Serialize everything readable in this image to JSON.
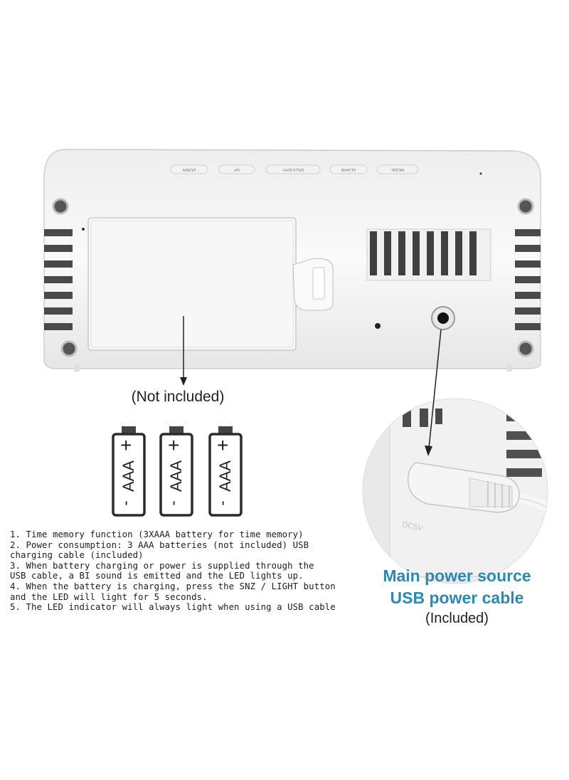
{
  "device": {
    "buttons": [
      "DOWN",
      "UP",
      "SNZ/LIGHT",
      "ALARM",
      "MODE"
    ]
  },
  "battery_caption": "(Not included)",
  "battery_icons": [
    {
      "label": "AAA",
      "plus": "+",
      "minus": "-"
    },
    {
      "label": "AAA",
      "plus": "+",
      "minus": "-"
    },
    {
      "label": "AAA",
      "plus": "+",
      "minus": "-"
    }
  ],
  "notes": [
    "1. Time memory function (3XAAA battery for time memory)",
    "2. Power consumption: 3 AAA batteries (not included) USB",
    "charging cable (included)",
    "3. When battery charging or power is supplied through the",
    "USB cable, a BI sound is emitted and the LED lights up.",
    "4. When the battery is charging, press the SNZ / LIGHT button",
    "and the LED will light for 5 seconds.",
    "5. The LED indicator will always light when using a USB cable"
  ],
  "power": {
    "line1": "Main power source",
    "line2": "USB power cable",
    "caption": "(Included)"
  },
  "colors": {
    "accent": "#2f88b0",
    "device_white": "#f4f4f4",
    "outline": "#222222"
  }
}
